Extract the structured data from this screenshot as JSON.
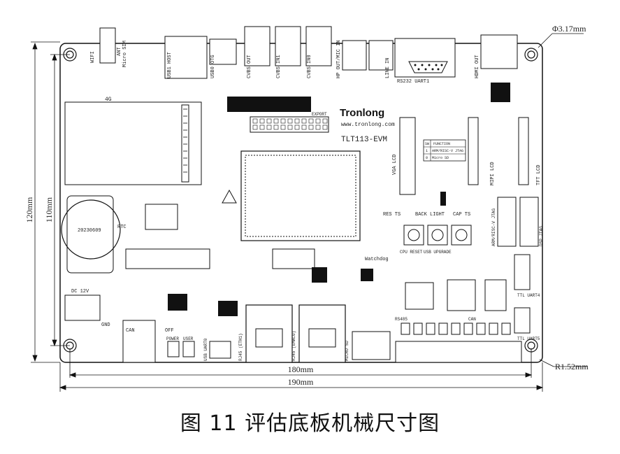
{
  "diagram": {
    "dimensions": {
      "hole_diameter": "Φ3.17mm",
      "corner_radius": "R1.52mm",
      "width_inner": "180mm",
      "width_outer": "190mm",
      "height_outer": "120mm",
      "height_inner": "110mm"
    },
    "brand": {
      "logo": "Tronlong",
      "website": "www.tronlong.com",
      "board_name": "TLT113-EVM"
    },
    "connectors_top": {
      "wifi": "WIFI",
      "ant": "ANT",
      "micro_sim": "Micro SIM",
      "usb1_host": "USB1 HOST",
      "usb0_otg": "USB0 OTG",
      "cvbs_out": "CVBS OUT",
      "cvbs_in1": "CVBS IN1",
      "cvbs_in0": "CVBS IN0",
      "hp_out_mic_in": "HP OUT/MIC IN",
      "line_in": "LINE IN",
      "rs232_uart1": "RS232 UART1",
      "hdmi_out": "HDMI OUT",
      "expert": "EXPORT"
    },
    "left_side": {
      "module_4g": "4G",
      "battery_date": "20230609",
      "rtc": "RTC",
      "dc_12v": "DC 12V",
      "can": "CAN",
      "gnd": "GND",
      "off": "OFF"
    },
    "right_side": {
      "mipi_lcd": "MIPI LCD",
      "tft_lcd": "TFT LCD",
      "ttl_uart4": "TTL UART4",
      "ttl_uart5": "TTL UART5",
      "arm_riscv_jtag": "ARM/RISC-V JTAG",
      "dsp_jtag": "DSP JTAG",
      "function_table": {
        "header": [
          "SW",
          "FUNCTION"
        ],
        "rows": [
          [
            "1",
            "ARM/RISC-V JTAG"
          ],
          [
            "0",
            "Micro SD"
          ]
        ]
      }
    },
    "middle": {
      "back_light": "BACK LIGHT",
      "cap_ts": "CAP TS",
      "res_ts": "RES TS",
      "watchdog": "Watchdog",
      "cpu_reset": "CPU RESET",
      "usb_upgrade": "USB UPGRADE",
      "vga_lcd": "VGA LCD"
    },
    "bottom": {
      "power": "POWER",
      "user": "USER",
      "usb_uart0": "USB UART0",
      "rj45_eth1": "RJ45 (ETH1)",
      "rj45_eth0": "RJ45 (EMAC0)",
      "micro_sd": "MICRO SD",
      "rs485": "RS485",
      "can_bus": "CAN"
    }
  },
  "caption": "图 11 评估底板机械尺寸图"
}
